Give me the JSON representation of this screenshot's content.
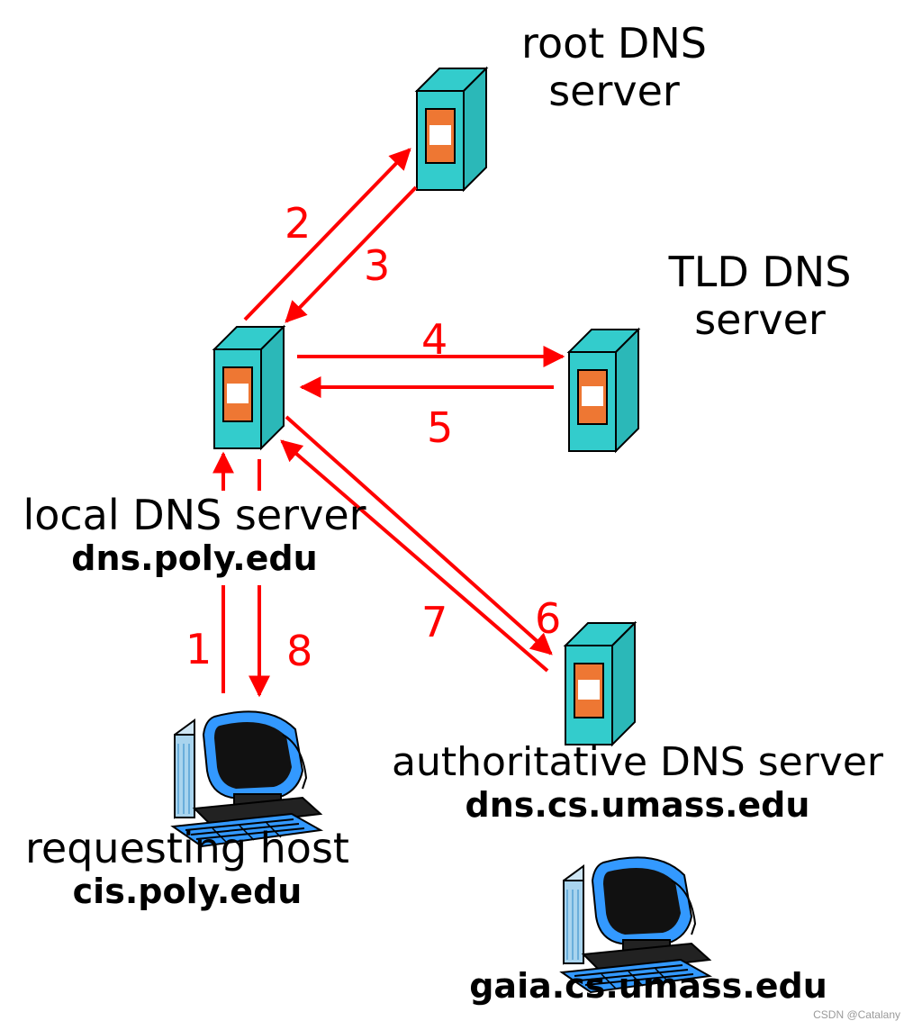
{
  "root": {
    "line1": "root DNS",
    "line2": "server"
  },
  "tld": {
    "line1": "TLD DNS",
    "line2": "server"
  },
  "local": {
    "line1": "local DNS server",
    "line2": "dns.poly.edu"
  },
  "authoritative": {
    "line1": "authoritative DNS server",
    "line2": "dns.cs.umass.edu"
  },
  "requesting": {
    "line1": "requesting host",
    "line2": "cis.poly.edu"
  },
  "target": {
    "line1": "gaia.cs.umass.edu"
  },
  "steps": [
    "1",
    "2",
    "3",
    "4",
    "5",
    "6",
    "7",
    "8"
  ],
  "watermark": "CSDN @Catalany",
  "colors": {
    "arrow": "#ff0000",
    "server_body": "#33cccc",
    "server_panel": "#ee7733",
    "monitor_frame": "#3399ff",
    "screen": "#111111"
  },
  "icons": {
    "server": "server-tower-icon",
    "host": "desktop-computer-icon"
  }
}
